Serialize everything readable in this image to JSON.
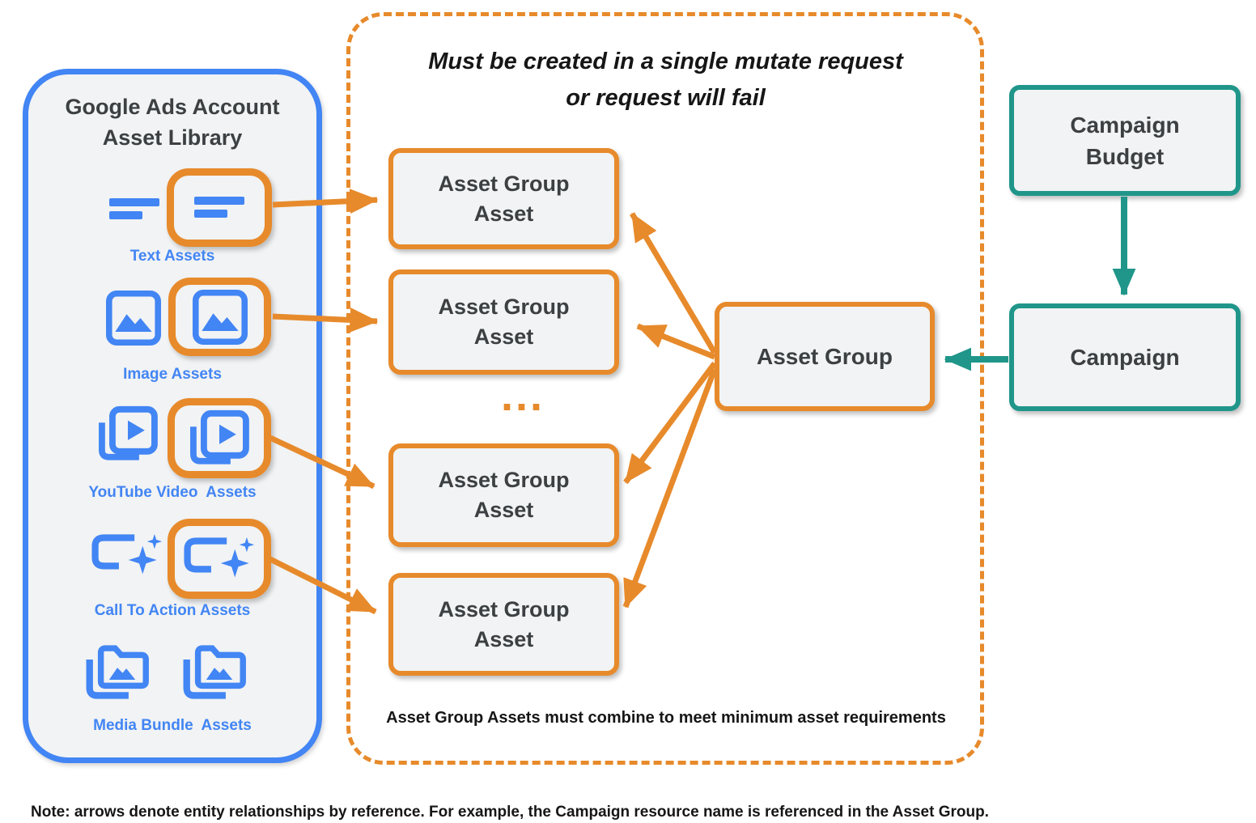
{
  "colors": {
    "blue": "#4285F4",
    "orange": "#E78A2B",
    "teal": "#20968A",
    "fill": "#F1F3F4",
    "dark": "#3C4043",
    "black": "#161616"
  },
  "library": {
    "title": "Google Ads Account\nAsset Library",
    "items": [
      {
        "label": "Text Assets",
        "icon": "text-asset-icon"
      },
      {
        "label": "Image Assets",
        "icon": "image-asset-icon"
      },
      {
        "label": "YouTube Video  Assets",
        "icon": "youtube-video-asset-icon"
      },
      {
        "label": "Call To Action Assets",
        "icon": "call-to-action-asset-icon"
      },
      {
        "label": "Media Bundle  Assets",
        "icon": "media-bundle-asset-icon"
      }
    ]
  },
  "mutate_panel": {
    "header": "Must be created in a single mutate request\nor request will fail",
    "boxes": [
      {
        "label": "Asset Group\nAsset"
      },
      {
        "label": "Asset Group\nAsset"
      },
      {
        "label": "Asset Group\nAsset"
      },
      {
        "label": "Asset Group\nAsset"
      }
    ],
    "ellipsis": "...",
    "footer": "Asset Group Assets must combine to meet minimum asset requirements"
  },
  "asset_group": {
    "label": "Asset Group"
  },
  "campaign_budget": {
    "label": "Campaign\nBudget"
  },
  "campaign": {
    "label": "Campaign"
  },
  "note": "Note: arrows denote entity relationships by reference. For example, the Campaign resource name is referenced in the Asset Group."
}
